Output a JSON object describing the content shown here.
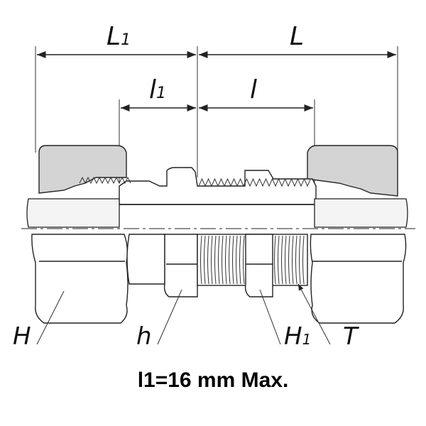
{
  "labels": {
    "L1": {
      "main": "L",
      "sub": "1"
    },
    "L": {
      "main": "L",
      "sub": ""
    },
    "l1": {
      "main": "l",
      "sub": "1"
    },
    "l": {
      "main": "l",
      "sub": ""
    },
    "H": {
      "main": "H",
      "sub": ""
    },
    "h": {
      "main": "h",
      "sub": ""
    },
    "H1": {
      "main": "H",
      "sub": "1"
    },
    "T": {
      "main": "T",
      "sub": ""
    }
  },
  "note": "l1=16 mm Max.",
  "colors": {
    "line": "#222222",
    "nut_fill": "#d4d4d4",
    "tube_fill": "#f4f4f4"
  }
}
